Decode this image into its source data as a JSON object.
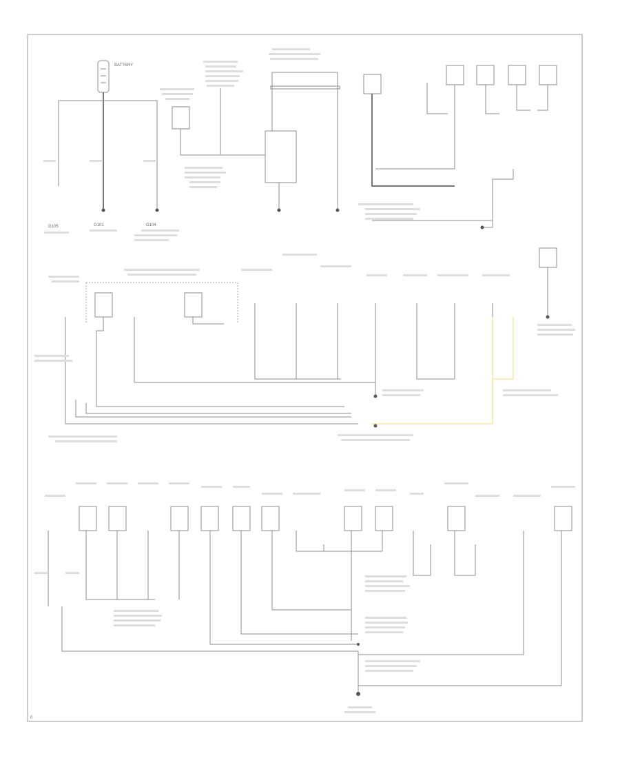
{
  "diagram": {
    "top_section": {
      "battery_label": "BATTERY",
      "battery_caption": "G105",
      "left_ground_caption": "G101",
      "right_ground_caption": "G104"
    },
    "footer_id": "0"
  }
}
